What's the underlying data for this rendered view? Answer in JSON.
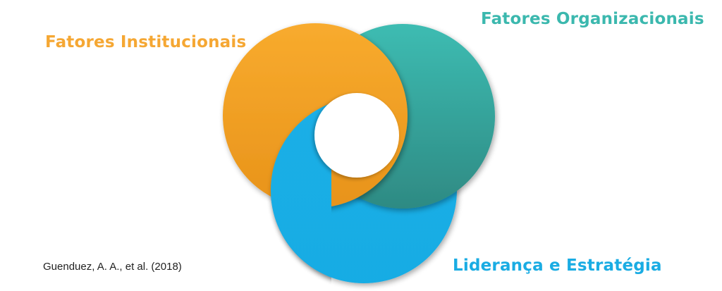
{
  "diagram": {
    "title": "",
    "segments": [
      {
        "id": "institutional",
        "label": "Fatores Institucionais",
        "color": "#F5A733",
        "color_dark": "#E8931A"
      },
      {
        "id": "organizational",
        "label": "Fatores Organizacionais",
        "color": "#3BB8AE",
        "color_dark": "#2E8E86"
      },
      {
        "id": "leadership",
        "label": "Liderança e Estratégia",
        "color": "#1AACE3",
        "color_dark": "#1AACE3"
      }
    ],
    "center_color": "#FFFFFF"
  },
  "citation": "Guenduez, A. A., et al. (2018)"
}
